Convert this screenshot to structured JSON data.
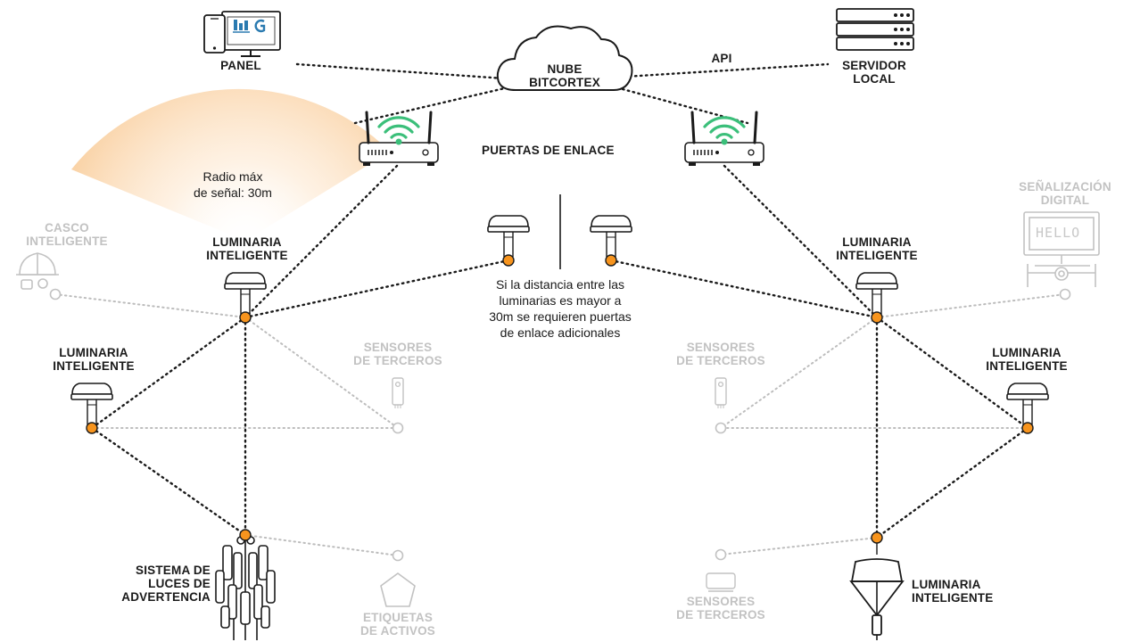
{
  "labels": {
    "panel": "PANEL",
    "cloud": "NUBE\nBITCORTEX",
    "server": "SERVIDOR\nLOCAL",
    "api": "API",
    "gateways": "PUERTAS DE ENLACE",
    "radius": "Radio máx\nde señal: 30m",
    "helmet": "CASCO\nINTELIGENTE",
    "digital_signage": "SEÑALIZACIÓN\nDIGITAL",
    "signage_screen": "HELLO",
    "luminaire_left_top": "LUMINARIA\nINTELIGENTE",
    "luminaire_left_mid": "LUMINARIA\nINTELIGENTE",
    "luminaire_right_top": "LUMINARIA\nINTELIGENTE",
    "luminaire_right_mid": "LUMINARIA\nINTELIGENTE",
    "luminaire_right_bottom": "LUMINARIA\nINTELIGENTE",
    "sensors_left": "SENSORES\nDE TERCEROS",
    "sensors_right": "SENSORES\nDE TERCEROS",
    "sensors_right_bottom": "SENSORES\nDE TERCEROS",
    "warning_lights": "SISTEMA DE\nLUCES DE\nADVERTENCIA",
    "asset_tags": "ETIQUETAS\nDE ACTIVOS",
    "distance_note": "Si la distancia entre las\nluminarias es mayor a\n30m se requieren puertas\nde enlace adicionales"
  },
  "colors": {
    "node": "#f7941d",
    "wifi": "#3bbf7a",
    "dark": "#1a1a1a",
    "faded": "#c2c2c2",
    "signal": "#fbd9b2"
  },
  "icons": [
    "panel-devices-icon",
    "cloud-icon",
    "server-rack-icon",
    "router-icon",
    "smart-luminaire-icon",
    "helmet-icon",
    "sensor-icon",
    "asset-tag-icon",
    "digital-sign-icon",
    "warning-light-tower-icon"
  ]
}
